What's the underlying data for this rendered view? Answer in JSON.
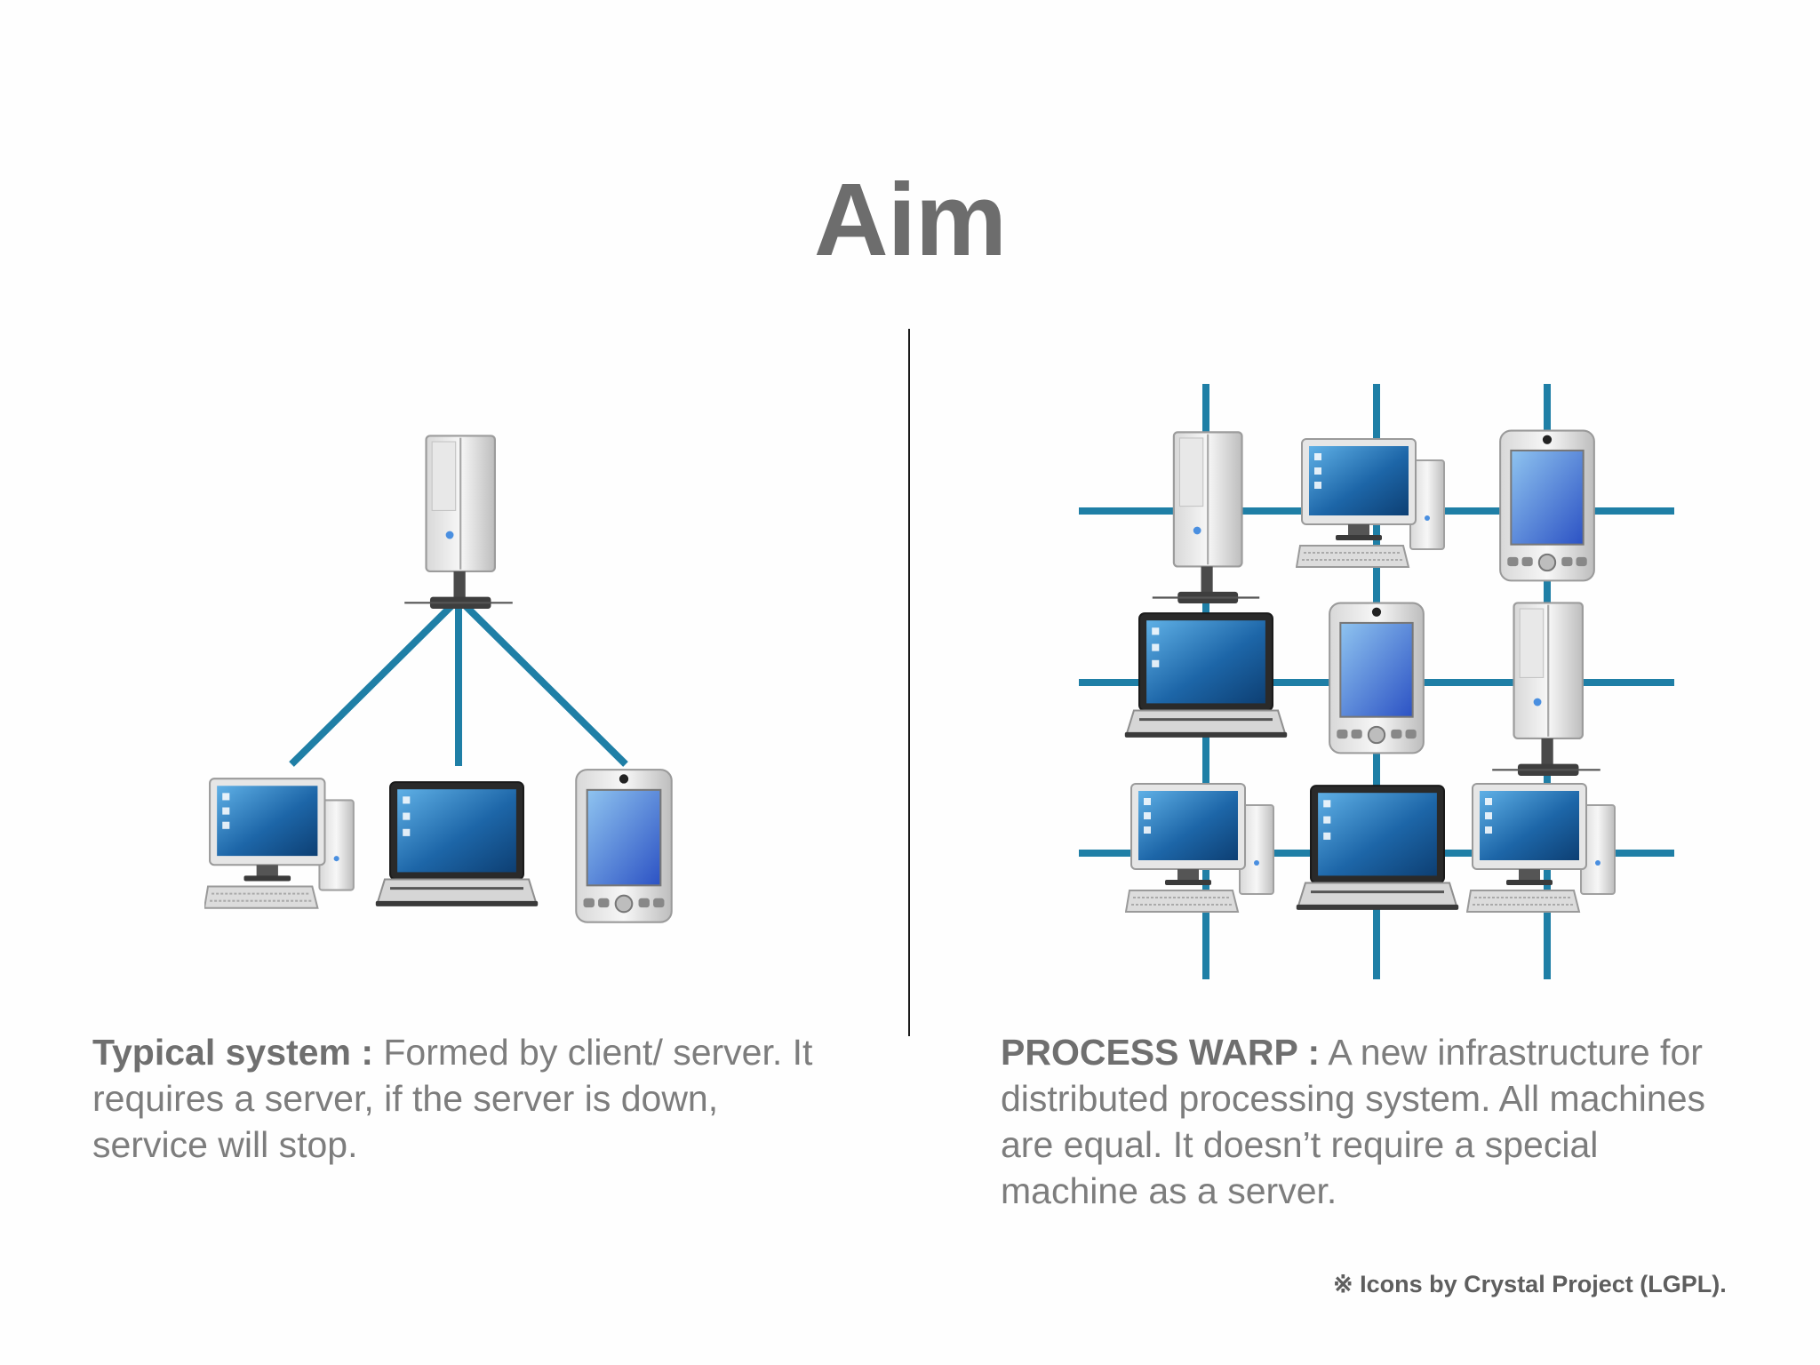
{
  "slide": {
    "title": "Aim",
    "left": {
      "lead": "Typical system :",
      "text": " Formed by client/ server. It requires a server, if the server is down, service will stop."
    },
    "right": {
      "lead": "PROCESS WARP :",
      "text": " A new infrastructure for distributed processing system. All machines are equal. It doesn’t require a special machine as a server."
    },
    "credit": "※ Icons by Crystal Project (LGPL)."
  },
  "colors": {
    "link": "#1f7fa6",
    "title": "#6d6d6d",
    "text": "#7d7d7d",
    "screen": "#2e7fc0"
  },
  "icons": {
    "left": [
      "server-tower-icon",
      "desktop-computer-icon",
      "laptop-icon",
      "pda-icon"
    ],
    "right": [
      "server-tower-icon",
      "desktop-computer-icon",
      "pda-icon",
      "laptop-icon",
      "pda-icon",
      "server-tower-icon",
      "desktop-computer-icon",
      "laptop-icon",
      "desktop-computer-icon"
    ]
  }
}
